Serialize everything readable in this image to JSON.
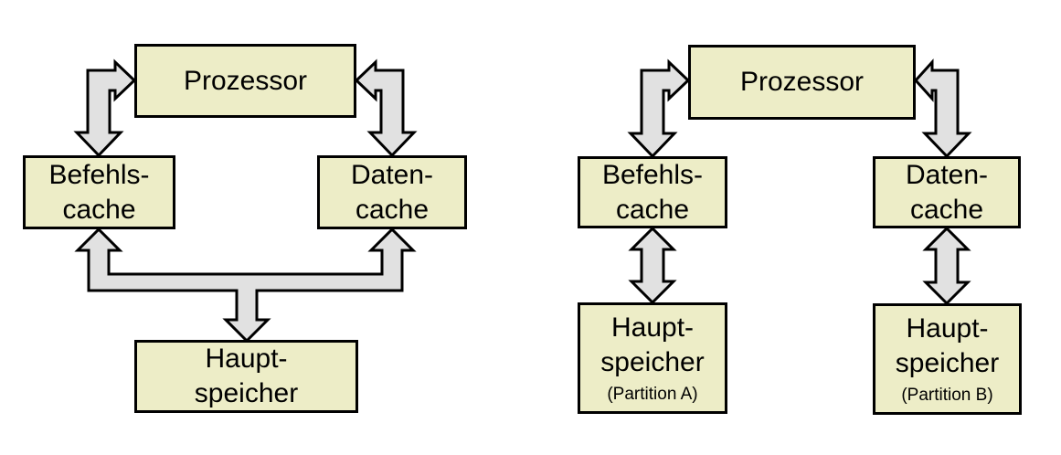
{
  "colors": {
    "box_fill": "#ededc7",
    "arrow_fill": "#e1e1e1",
    "outline": "#000000",
    "background": "#ffffff"
  },
  "left_diagram": {
    "processor": "Prozessor",
    "instruction_cache": "Befehls-\ncache",
    "data_cache": "Daten-\ncache",
    "main_memory": "Haupt-\nspeicher"
  },
  "right_diagram": {
    "processor": "Prozessor",
    "instruction_cache": "Befehls-\ncache",
    "data_cache": "Daten-\ncache",
    "main_memory_a": "Haupt-\nspeicher",
    "main_memory_a_note": "(Partition A)",
    "main_memory_b": "Haupt-\nspeicher",
    "main_memory_b_note": "(Partition B)"
  }
}
